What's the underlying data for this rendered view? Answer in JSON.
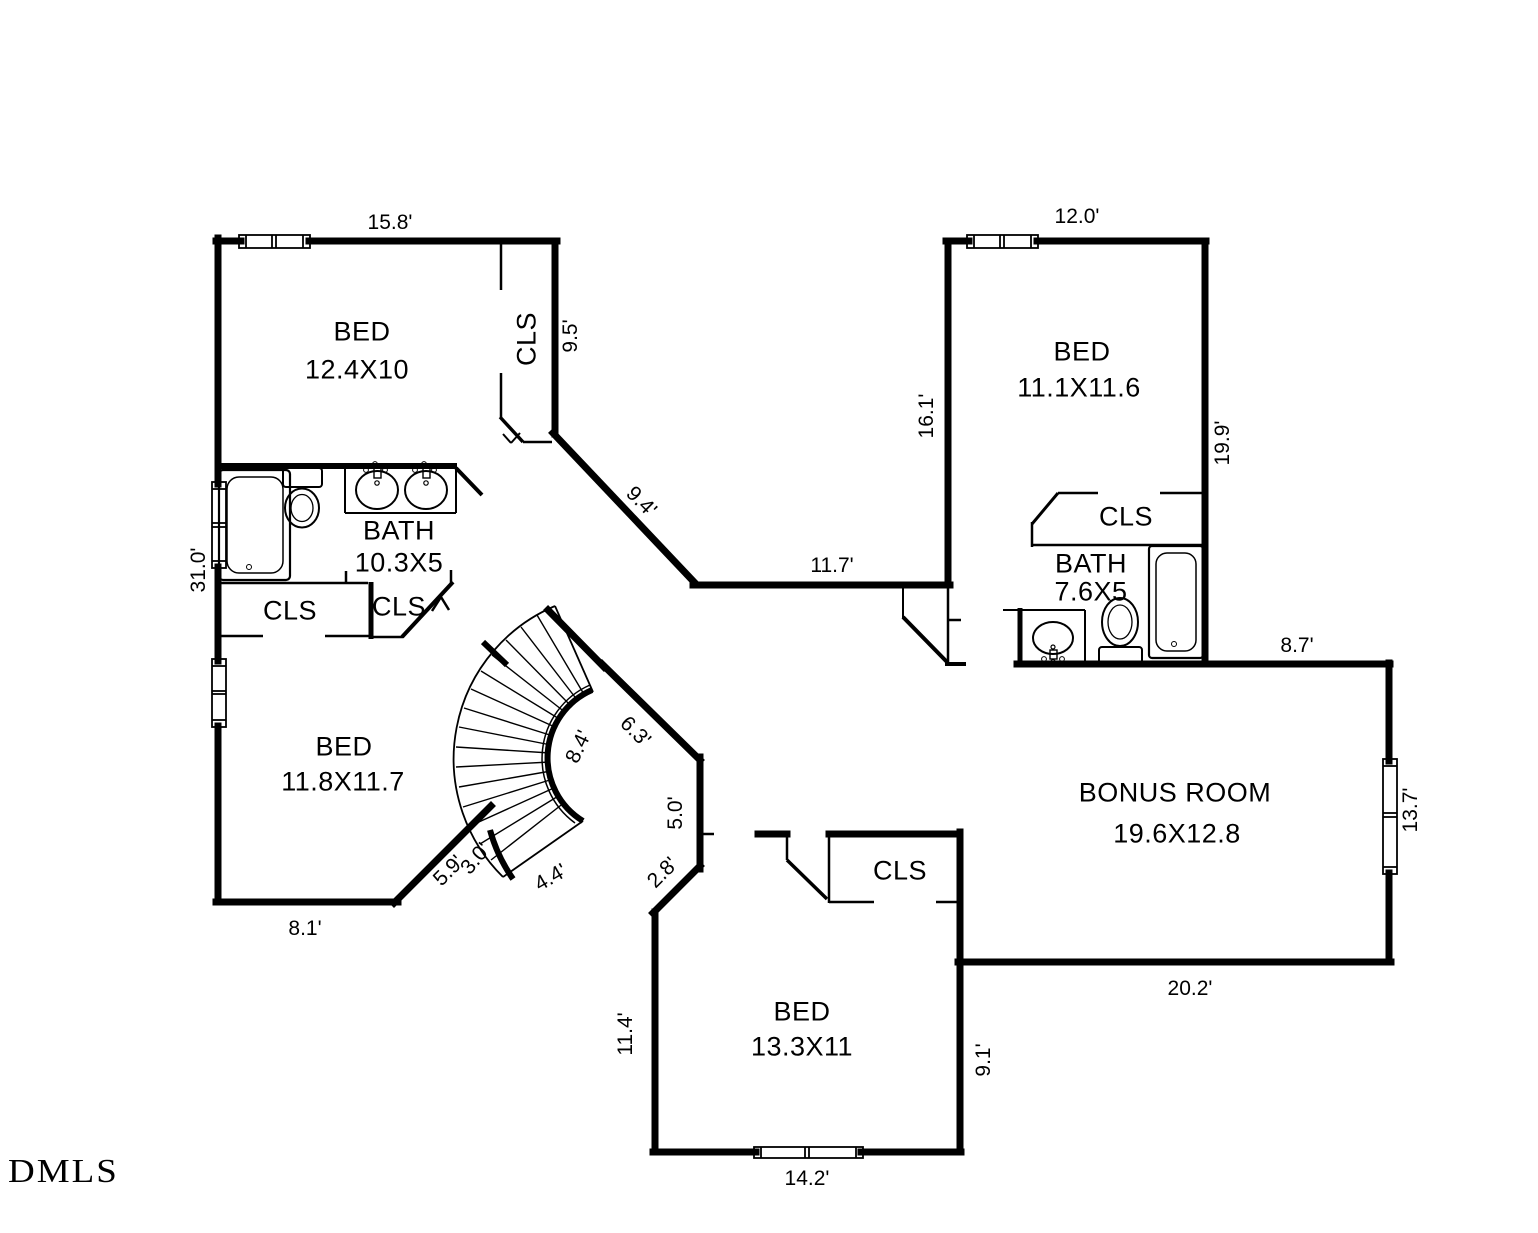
{
  "branding": {
    "logo_text": "DMLS"
  },
  "rooms": [
    {
      "name": "BED",
      "dims": "12.4X10"
    },
    {
      "name": "BED",
      "dims": "11.1X11.6"
    },
    {
      "name": "BED",
      "dims": "11.8X11.7"
    },
    {
      "name": "BED",
      "dims": "13.3X11"
    },
    {
      "name": "BONUS ROOM",
      "dims": "19.6X12.8"
    },
    {
      "name": "BATH",
      "dims": "10.3X5"
    },
    {
      "name": "BATH",
      "dims": "7.6X5"
    }
  ],
  "closets": {
    "labels": [
      "CLS",
      "CLS",
      "CLS",
      "CLS",
      "CLS"
    ]
  },
  "dimensions": {
    "dim_15_8": "15.8'",
    "dim_12_0": "12.0'",
    "dim_9_5": "9.5'",
    "dim_16_1": "16.1'",
    "dim_19_9": "19.9'",
    "dim_31_0": "31.0'",
    "dim_9_4": "9.4'",
    "dim_11_7": "11.7'",
    "dim_8_7": "8.7'",
    "dim_13_7": "13.7'",
    "dim_6_3": "6.3'",
    "dim_8_4": "8.4'",
    "dim_5_0": "5.0'",
    "dim_3_0": "3.0'",
    "dim_5_9": "5.9'",
    "dim_4_4": "4.4'",
    "dim_2_8": "2.8'",
    "dim_8_1": "8.1'",
    "dim_11_4": "11.4'",
    "dim_9_1": "9.1'",
    "dim_14_2": "14.2'",
    "dim_20_2": "20.2'"
  }
}
